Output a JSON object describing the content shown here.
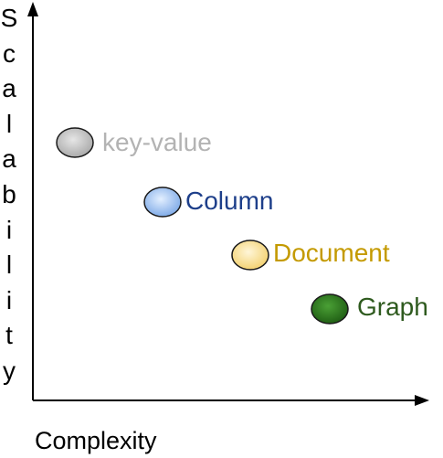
{
  "axes": {
    "y_label": "Scalability",
    "x_label": "Complexity"
  },
  "nodes": [
    {
      "label": "key-value",
      "fill": "#b3b3b3",
      "text_color": "#b3b3b3"
    },
    {
      "label": "Column",
      "fill": "#a9c9f2",
      "text_color": "#1e3f8a"
    },
    {
      "label": "Document",
      "fill": "#fbe3a2",
      "text_color": "#c49a00"
    },
    {
      "label": "Graph",
      "fill": "#2c7a1e",
      "text_color": "#2e5a1e"
    }
  ]
}
